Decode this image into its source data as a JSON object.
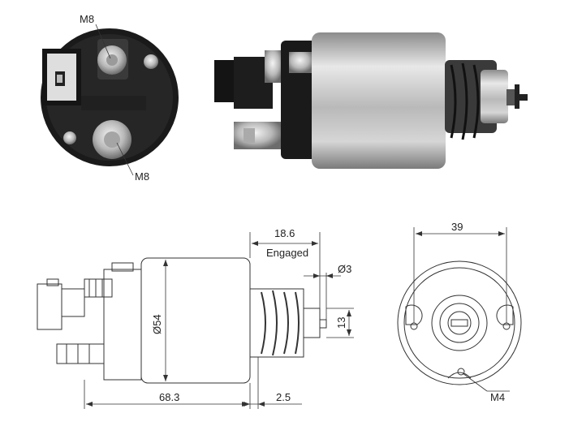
{
  "photo_rear_view": {
    "label_top": "M8",
    "label_bottom": "M8"
  },
  "drawing_side_view": {
    "dim_stroke": "18.6",
    "dim_stroke_note": "Engaged",
    "dim_pin_dia": "Ø3",
    "dim_pin_length": "13",
    "dim_body_dia": "Ø54",
    "dim_overall_length": "68.3",
    "dim_flange": "2.5"
  },
  "drawing_end_view": {
    "dim_bolt_spacing": "39",
    "dim_thread": "M4"
  },
  "colors": {
    "line": "#333333",
    "photo_dark": "#1c1c1c",
    "photo_metal": "#c9c9c9"
  }
}
